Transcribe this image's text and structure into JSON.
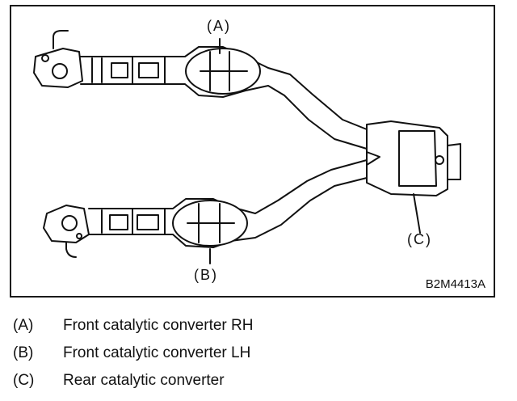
{
  "diagram": {
    "callouts": {
      "a": "(A)",
      "b": "(B)",
      "c": "(C)"
    },
    "figure_id": "B2M4413A"
  },
  "legend": [
    {
      "key": "(A)",
      "text": "Front catalytic converter RH"
    },
    {
      "key": "(B)",
      "text": "Front catalytic converter LH"
    },
    {
      "key": "(C)",
      "text": "Rear catalytic converter"
    }
  ]
}
